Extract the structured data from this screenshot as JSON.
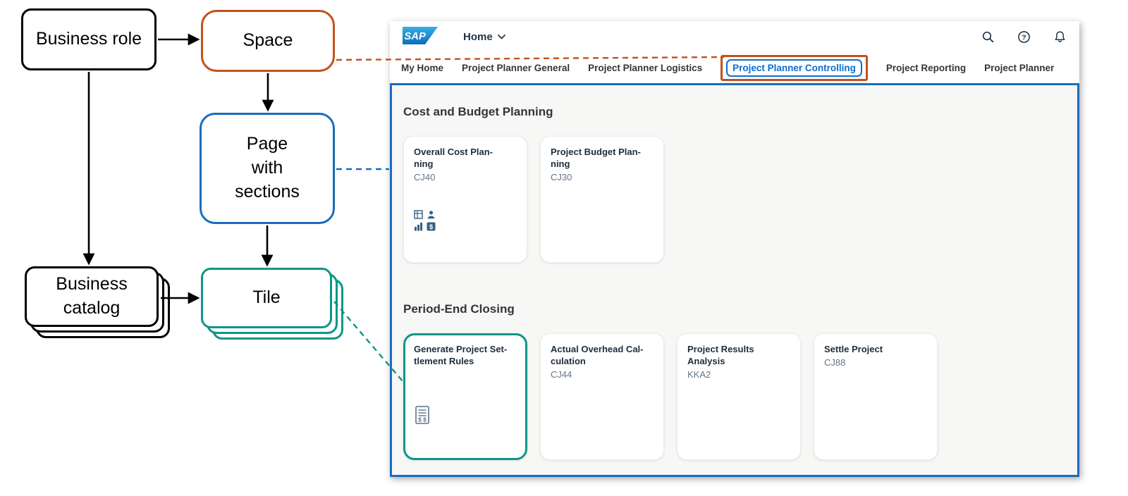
{
  "diagram": {
    "business_role": "Business role",
    "space": "Space",
    "page": [
      "Page",
      "with",
      "sections"
    ],
    "business_catalog": "Business catalog",
    "tile": "Tile",
    "colors": {
      "orange": "#c2511c",
      "blue": "#1a6cc0",
      "teal": "#0e9688",
      "black": "#000000"
    }
  },
  "shell": {
    "logo": "SAP",
    "home_menu": "Home",
    "icons": [
      "search-icon",
      "help-icon",
      "bell-icon"
    ]
  },
  "tabs": [
    {
      "label": "My Home",
      "active": false
    },
    {
      "label": "Project Planner General",
      "active": false
    },
    {
      "label": "Project Planner Logistics",
      "active": false
    },
    {
      "label": "Project Planner Controlling",
      "active": true
    },
    {
      "label": "Project Reporting",
      "active": false
    },
    {
      "label": "Project Planner",
      "active": false
    }
  ],
  "sections": [
    {
      "title": "Cost and Budget Planning",
      "tiles": [
        {
          "title": [
            "Overall Cost Plan-",
            "ning"
          ],
          "subtitle": "CJ40",
          "icons": [
            "table-icon",
            "person-icon",
            "bar-chart-icon",
            "dollar-icon"
          ]
        },
        {
          "title": [
            "Project Budget Plan-",
            "ning"
          ],
          "subtitle": "CJ30",
          "icons": []
        }
      ]
    },
    {
      "title": "Period-End Closing",
      "tiles": [
        {
          "title": [
            "Generate Project Set-",
            "tlement Rules"
          ],
          "subtitle": "",
          "icons": [
            "invoice-dollar-icon"
          ],
          "highlighted": true
        },
        {
          "title": [
            "Actual Overhead Cal-",
            "culation"
          ],
          "subtitle": "CJ44",
          "icons": []
        },
        {
          "title": [
            "Project Results",
            "Analysis"
          ],
          "subtitle": "KKA2",
          "icons": []
        },
        {
          "title": [
            "Settle Project"
          ],
          "subtitle": "CJ88",
          "icons": []
        }
      ]
    }
  ]
}
